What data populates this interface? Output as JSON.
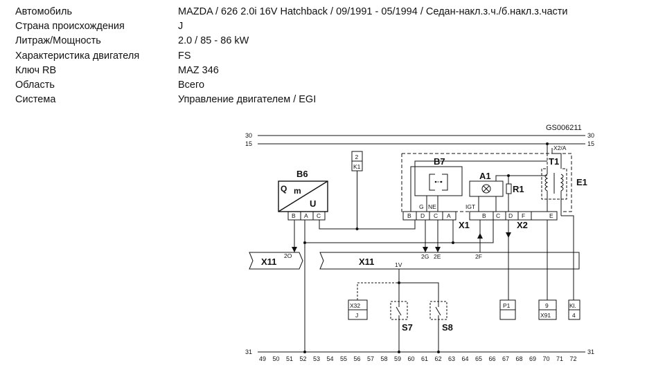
{
  "info": [
    {
      "label": "Автомобиль",
      "value": "MAZDA / 626 2.0i 16V Hatchback / 09/1991 - 05/1994 / Седан-накл.з.ч./б.накл.з.части"
    },
    {
      "label": "Страна происхождения",
      "value": "J"
    },
    {
      "label": "Литраж/Мощность",
      "value": "2.0 / 85 - 86 kW"
    },
    {
      "label": "Характеристика двигателя",
      "value": "FS"
    },
    {
      "label": "Ключ RB",
      "value": "MAZ 346"
    },
    {
      "label": "Область",
      "value": "Всего"
    },
    {
      "label": "Система",
      "value": "Управление двигателем / EGI"
    }
  ],
  "diagram": {
    "code": "GS006211",
    "rail_30": "30",
    "rail_15": "15",
    "rail_31": "31",
    "b6": {
      "name": "B6",
      "q": "Q",
      "m": "m",
      "u": "U",
      "pins": [
        "B",
        "A",
        "C"
      ]
    },
    "b7": {
      "name": "B7",
      "pins": [
        "G",
        "NE"
      ],
      "conn_pins": [
        "B",
        "D",
        "C",
        "A"
      ]
    },
    "a1": {
      "name": "A1"
    },
    "r1": {
      "name": "R1"
    },
    "t1": {
      "name": "T1"
    },
    "e1": {
      "name": "E1"
    },
    "x2a": "X2/A",
    "igt": "IGT",
    "x1": "X1",
    "x2": "X2",
    "x2_pins": [
      "B",
      "C",
      "D",
      "F",
      "E"
    ],
    "x11_left": {
      "name": "X11",
      "pin": "2O"
    },
    "x11_main": {
      "name": "X11",
      "pin_1v": "1V",
      "pin_2g": "2G",
      "pin_2e": "2E",
      "pin_2f": "2F"
    },
    "k1_box": {
      "top": "2",
      "bottom": "K1"
    },
    "x32_box": {
      "top": "X32",
      "bottom": "J"
    },
    "p1_box": {
      "top": "P1",
      "bottom": ""
    },
    "x91_box": {
      "top": "9",
      "bottom": "X91"
    },
    "kl_box": {
      "top": "Kl.",
      "bottom": "4"
    },
    "s7": "S7",
    "s8": "S8",
    "bottom_numbers": [
      "49",
      "50",
      "51",
      "52",
      "53",
      "54",
      "55",
      "56",
      "57",
      "58",
      "59",
      "60",
      "61",
      "62",
      "63",
      "64",
      "65",
      "66",
      "67",
      "68",
      "69",
      "70",
      "71",
      "72"
    ]
  }
}
